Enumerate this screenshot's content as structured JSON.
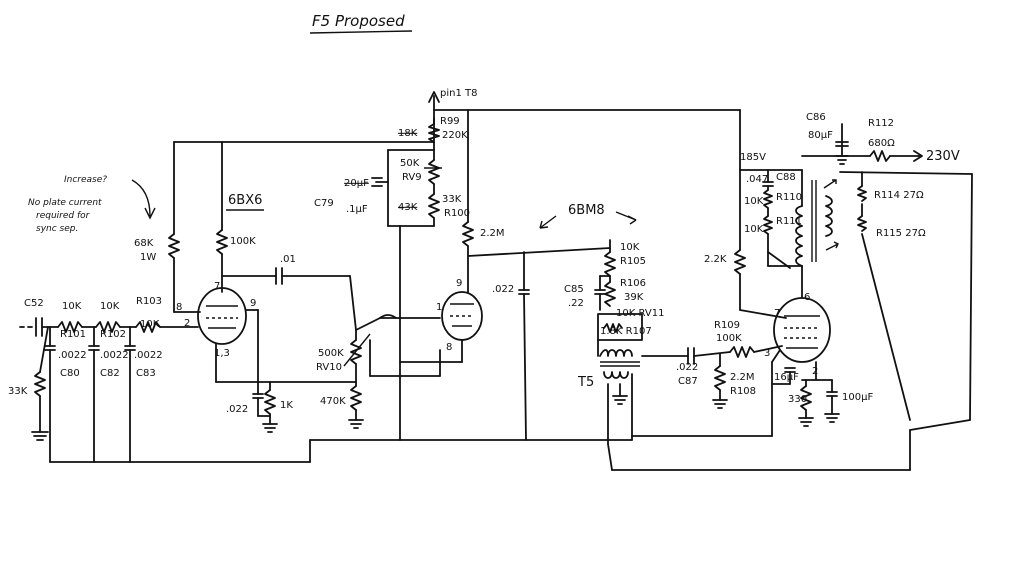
{
  "title": "F5 Proposed",
  "top_arrow_label": "pin1 T8",
  "note": {
    "line1": "Increase?",
    "line2": "No plate current",
    "line3": "required for",
    "line4": "sync sep."
  },
  "tubes": {
    "left_name": "6BX6",
    "right_name": "6BM8",
    "left_pin_top": "7",
    "left_pin_left": "2",
    "left_pin_right": "9",
    "left_pin_bottom": "1,3",
    "left_pin_s": "8",
    "mid_pin_1": "1",
    "mid_pin_9": "9",
    "mid_pin_8": "8",
    "right_pin_6": "6",
    "right_pin_7": "7",
    "right_pin_3": "3",
    "right_pin_2": "2"
  },
  "labels": {
    "c52": "C52",
    "r101_val": "10K",
    "r101": "R101",
    "r102_val": "10K",
    "r102": "R102",
    "r103": "R103",
    "r103_val": "10K",
    "c0022a": ".0022",
    "c0022b": ".0022",
    "c0022c": ".0022",
    "c80": "C80",
    "c82": "C82",
    "c83": "C83",
    "r33k": "33K",
    "r68k": "68K",
    "r68k_w": "1W",
    "r100k": "100K",
    "c01": ".01",
    "c022a": ".022",
    "r1k": "1K",
    "rv10_val": "500K",
    "rv10": "RV10",
    "r470k": "470K",
    "c79": "C79",
    "c79_a": "20µF",
    "c79_b": ".1µF",
    "r99_crossed": "18K",
    "r99": "R99",
    "r99_val": "220K",
    "rv9_val": "50K",
    "rv9": "RV9",
    "r100_crossed": "43K",
    "r100_val": "33K",
    "r100": "R100",
    "r22m_a": "2.2M",
    "c022b": ".022",
    "r105_val": "10K",
    "r105": "R105",
    "c85": "C85",
    "c85_val": ".22",
    "r106": "R106",
    "r106_val": "39K",
    "rv11": "10K RV11",
    "r107": "1.8K R107",
    "t5": "T5",
    "c87_val": ".022",
    "c87": "C87",
    "r109": "R109",
    "r109_val": "100K",
    "r108_val": "2.2M",
    "r108": "R108",
    "c16": "16µF",
    "r330": "330",
    "c100": "100µF",
    "r22k": "2.2K",
    "v185": "185V",
    "c047": ".047",
    "c88": "C88",
    "r110_val": "10K",
    "r110": "R110",
    "r111_val": "10K",
    "r111": "R111",
    "c86": "C86",
    "c86_val": "80µF",
    "r112": "R112",
    "r112_val": "680Ω",
    "v230": "230V",
    "r114": "R114 27Ω",
    "r115": "R115 27Ω"
  }
}
